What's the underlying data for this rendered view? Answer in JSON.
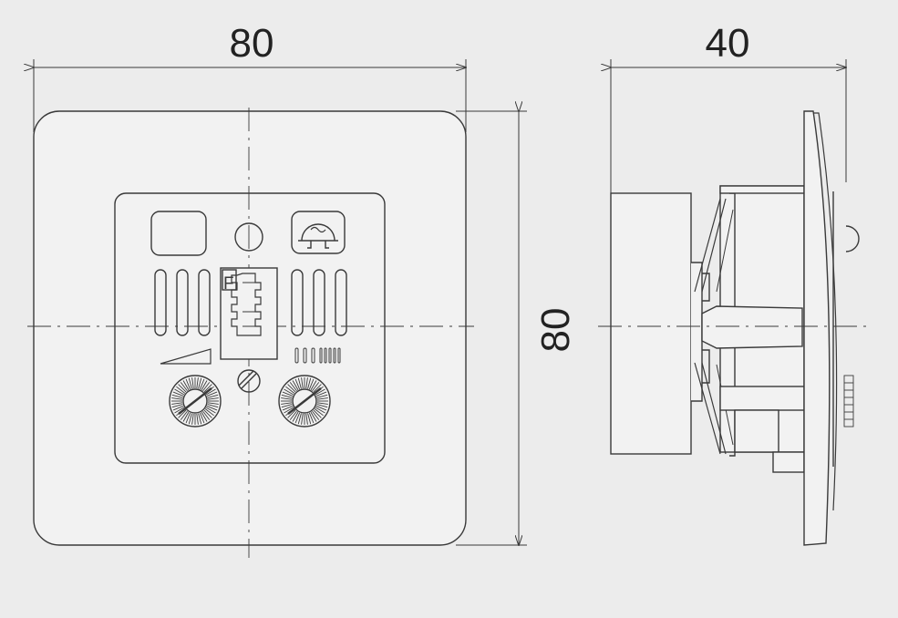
{
  "dimensions": {
    "front_width": "80",
    "front_height": "80",
    "side_depth": "40"
  },
  "markings": {
    "f_label": "F"
  },
  "colors": {
    "background": "#ececec",
    "line": "#3a3a3a",
    "fill": "#f2f2f2"
  },
  "icons": [
    "antenna-tv-icon",
    "radio-bars-icon",
    "level-wedge-icon",
    "screw-icon"
  ]
}
